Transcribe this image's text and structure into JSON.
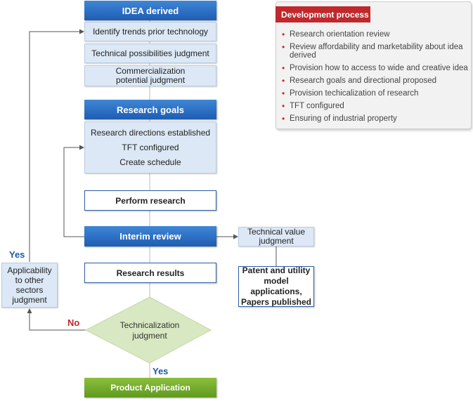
{
  "flow": {
    "idea_derived": "IDEA derived",
    "identify_trends": "Identify trends prior technology",
    "technical_possibilities": "Technical possibilities judgment",
    "commercialization_line1": "Commercialization",
    "commercialization_line2": "potential judgment",
    "research_goals": "Research goals",
    "research_directions": "Research directions established",
    "tft_configured": "TFT configured",
    "create_schedule": "Create schedule",
    "perform_research": "Perform research",
    "interim_review": "Interim review",
    "research_results": "Research results",
    "technicalization_line1": "Technicalization",
    "technicalization_line2": "judgment",
    "yes_bottom": "Yes",
    "product_application": "Product Application",
    "no_label": "No",
    "yes_left": "Yes",
    "applicability_line1": "Applicability",
    "applicability_line2": "to other",
    "applicability_line3": "sectors",
    "applicability_line4": "judgment",
    "technical_value_line1": "Technical value",
    "technical_value_line2": "judgment",
    "patent_line1": "Patent and utility",
    "patent_line2": "model applications,",
    "patent_line3": "Papers published"
  },
  "panel": {
    "title": "Development process",
    "items": [
      "Research orientation review",
      "Review affordability and marketability about idea derived",
      "Provision how to access to wide and creative idea",
      "Research goals and directional proposed",
      "Provision techicalization of research",
      "TFT configured",
      "Ensuring of industrial property"
    ]
  },
  "colors": {
    "header_blue": "#2a6cc4",
    "pale_blue": "#dce8f5",
    "accent_red": "#c0282c",
    "green": "#76ad2c",
    "diamond": "#d8e8c2"
  }
}
